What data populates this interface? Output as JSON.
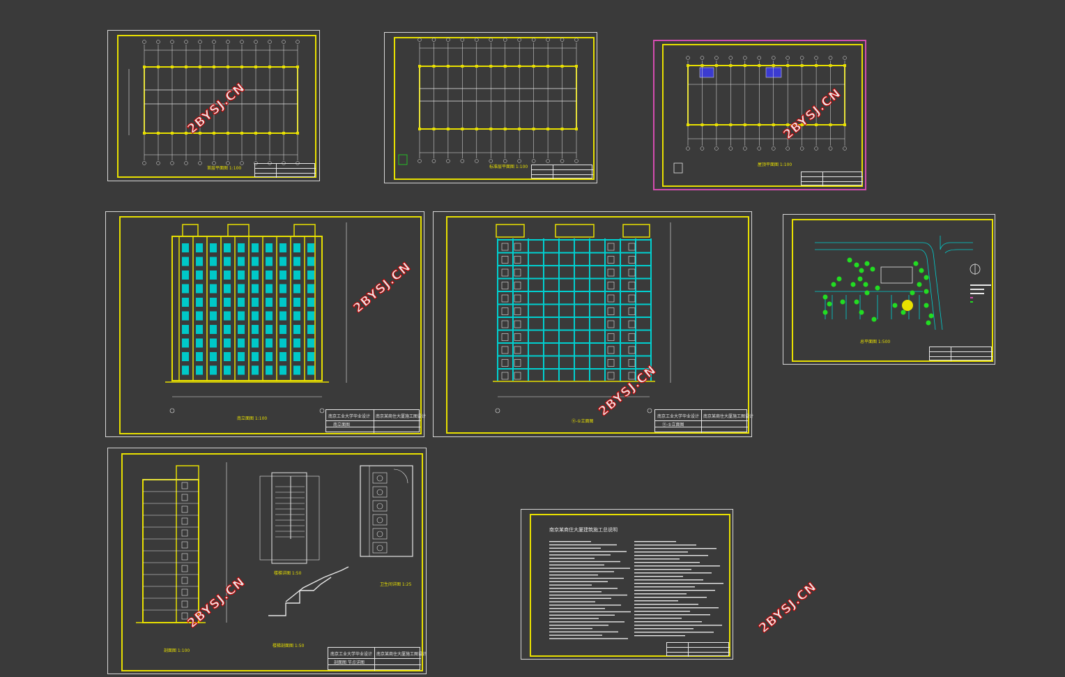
{
  "watermark": {
    "text": "2BYSJ.CN"
  },
  "sheets": {
    "plan1": {
      "caption": "首层平面图 1:100"
    },
    "plan2": {
      "caption": "标准层平面图 1:100"
    },
    "plan3": {
      "caption": "屋顶平面图 1:100"
    },
    "elev1": {
      "caption": "南立面图 1:100",
      "school": "南京工业大学毕业设计",
      "project": "南京某商住大厦施工图设计",
      "drawing": "南立面图"
    },
    "elev2": {
      "caption": "⑪-①立面图",
      "school": "南京工业大学毕业设计",
      "project": "南京某商住大厦施工图设计",
      "drawing": "⑪-①立面图"
    },
    "site": {
      "caption": "总平面图 1:500"
    },
    "section": {
      "caption1": "剖面图 1:100",
      "caption2": "楼梯详图 1:50",
      "caption3": "楼梯剖面图 1:50",
      "caption4": "卫生间详图 1:25",
      "school": "南京工业大学毕业设计",
      "project": "南京某商住大厦施工图设计",
      "drawing": "剖面图 节点详图"
    },
    "notes": {
      "title": "南京某商住大厦建筑施工总说明"
    }
  },
  "colors": {
    "frame": "#e8e000",
    "line": "#e8e8e8",
    "cyan": "#00e0e0",
    "green": "#22dd22",
    "magenta": "#d44db0",
    "background": "#3a3a3a"
  }
}
